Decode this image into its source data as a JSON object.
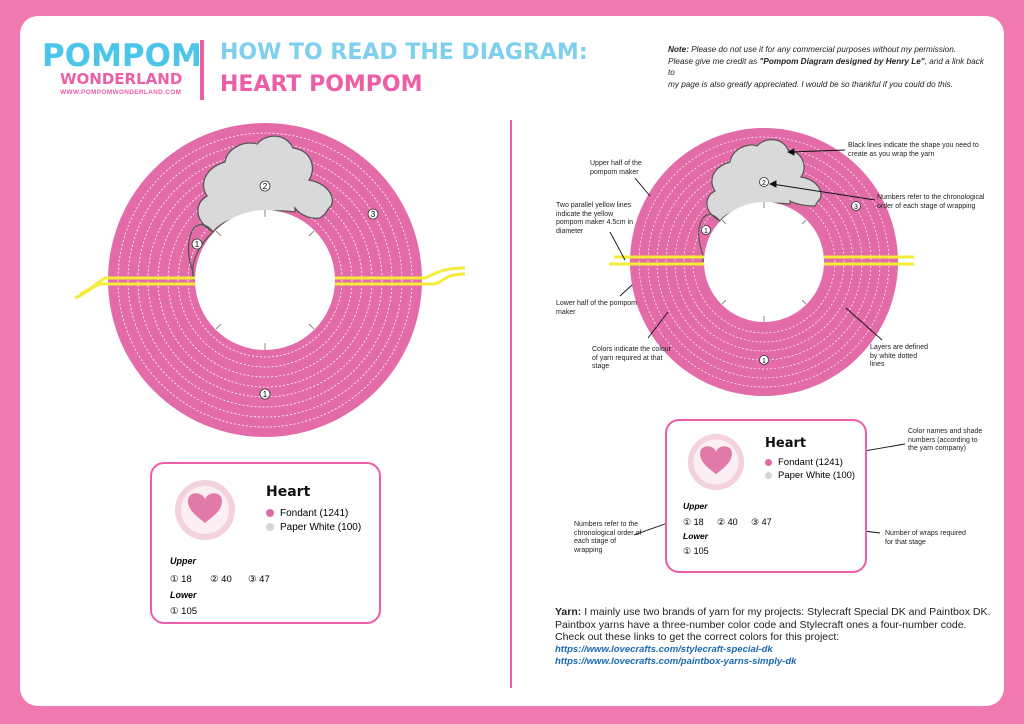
{
  "logo": {
    "line1": "POMPOM",
    "line2": "WONDERLAND",
    "url": "WWW.POMPOMWONDERLAND.COM"
  },
  "header": {
    "title_line1": "HOW TO READ THE DIAGRAM:",
    "title_line2": "HEART POMPOM"
  },
  "note": {
    "label": "Note:",
    "text1": "Please do not use it for any commercial purposes without my permission.",
    "text2": "Please give me credit as",
    "credit": "\"Pompom Diagram designed by Henry Le\"",
    "text3": ", and a link back to",
    "text4": "my page is also greatly appreciated. I would be so thankful if you could do this."
  },
  "diagram": {
    "section_labels": {
      "upper1": "1",
      "upper2": "2",
      "upper3": "3",
      "lower1": "1"
    }
  },
  "legend": {
    "title": "Heart",
    "colors": [
      {
        "name": "Fondant (1241)",
        "hex": "#e06aa5"
      },
      {
        "name": "Paper White (100)",
        "hex": "#d6d6d6"
      }
    ],
    "upper_label": "Upper",
    "upper_counts": [
      "① 18",
      "② 40",
      "③ 47"
    ],
    "lower_label": "Lower",
    "lower_counts": [
      "① 105"
    ]
  },
  "annotations": {
    "black_lines": "Black lines indicate the shape you need to create as you wrap the yarn",
    "upper_half": "Upper half of the pompom maker",
    "yellow_lines": "Two parallel yellow lines indicate the yellow pompom maker 4.5cm in diameter",
    "numbers_order": "Numbers refer to the chronological order of each stage of wrapping",
    "lower_half": "Lower half of the pompom maker",
    "colors_indicate": "Colors indicate the colour of yarn required at that stage",
    "layers": "Layers are defined by white dotted lines",
    "color_names": "Color names and shade numbers (according to the yarn company)",
    "numbers_order2": "Numbers refer to the chronological order of each stage of wrapping",
    "wraps": "Number of wraps required for that stage"
  },
  "yarn": {
    "label": "Yarn:",
    "text": "I mainly use two brands of yarn for my projects: Stylecraft Special DK and Paintbox DK. Paintbox yarns have a three-number color code and Stylecraft ones a four-number code. Check out these links to get the correct colors for this project:",
    "link1": "https://www.lovecrafts.com/stylecraft-special-dk",
    "link2": "https://www.lovecrafts.com/paintbox-yarns-simply-dk"
  },
  "colors": {
    "pink": "#e36ba7",
    "grey": "#d9d9d9",
    "yellow": "#f5ec3a",
    "border": "#f07ab0"
  }
}
